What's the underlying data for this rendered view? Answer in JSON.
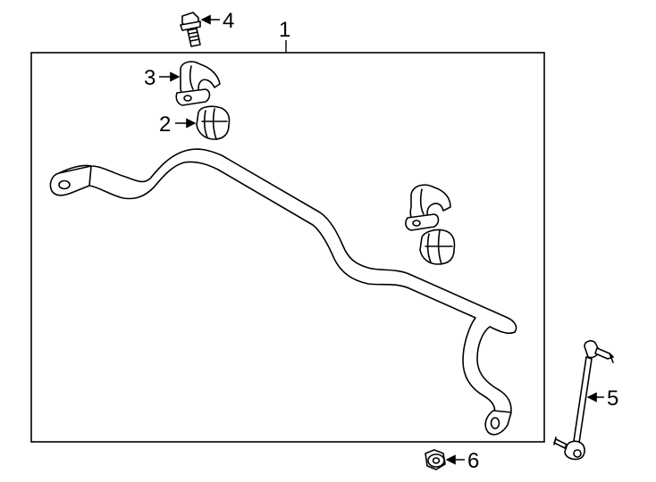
{
  "diagram": {
    "callouts": {
      "bar": "1",
      "bushing": "2",
      "bracket": "3",
      "bolt": "4",
      "link": "5",
      "nut": "6"
    }
  }
}
